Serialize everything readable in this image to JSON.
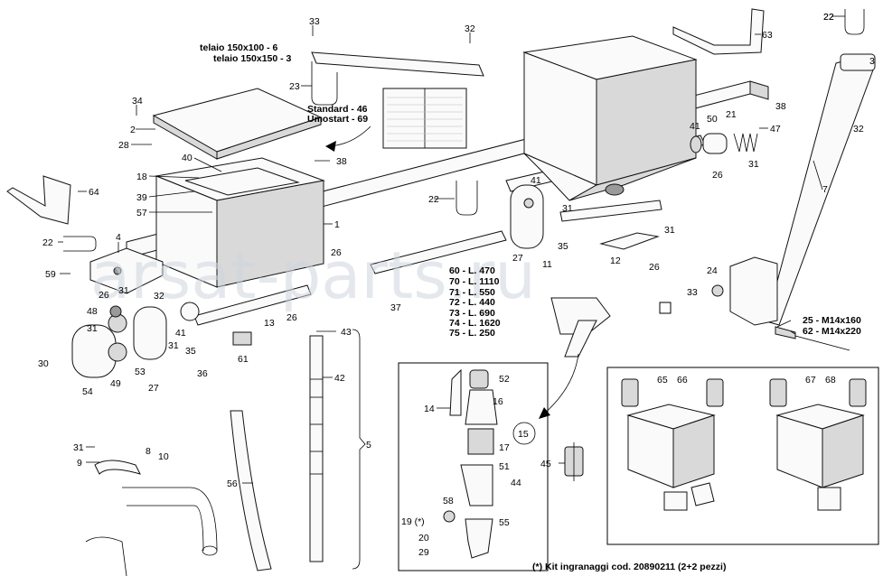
{
  "callouts": [
    {
      "id": "c33a",
      "text": "33"
    },
    {
      "id": "c32a",
      "text": "32"
    },
    {
      "id": "c22a",
      "text": "22"
    },
    {
      "id": "c34",
      "text": "34"
    },
    {
      "id": "c2",
      "text": "2"
    },
    {
      "id": "c28",
      "text": "28"
    },
    {
      "id": "c23",
      "text": "23"
    },
    {
      "id": "c40",
      "text": "40"
    },
    {
      "id": "c38a",
      "text": "38"
    },
    {
      "id": "c18",
      "text": "18"
    },
    {
      "id": "c39",
      "text": "39"
    },
    {
      "id": "c57",
      "text": "57"
    },
    {
      "id": "c1",
      "text": "1"
    },
    {
      "id": "c64",
      "text": "64"
    },
    {
      "id": "c22b",
      "text": "22"
    },
    {
      "id": "c4",
      "text": "4"
    },
    {
      "id": "c59",
      "text": "59"
    },
    {
      "id": "c26a",
      "text": "26"
    },
    {
      "id": "c31a",
      "text": "31"
    },
    {
      "id": "c26b",
      "text": "26"
    },
    {
      "id": "c32b",
      "text": "32"
    },
    {
      "id": "c48",
      "text": "48"
    },
    {
      "id": "c31b",
      "text": "31"
    },
    {
      "id": "c41a",
      "text": "41"
    },
    {
      "id": "c31c",
      "text": "31"
    },
    {
      "id": "c35a",
      "text": "35"
    },
    {
      "id": "c13",
      "text": "13"
    },
    {
      "id": "c26c",
      "text": "26"
    },
    {
      "id": "c37",
      "text": "37"
    },
    {
      "id": "c30",
      "text": "30"
    },
    {
      "id": "c53",
      "text": "53"
    },
    {
      "id": "c49",
      "text": "49"
    },
    {
      "id": "c27a",
      "text": "27"
    },
    {
      "id": "c36",
      "text": "36"
    },
    {
      "id": "c61",
      "text": "61"
    },
    {
      "id": "c54",
      "text": "54"
    },
    {
      "id": "c43",
      "text": "43"
    },
    {
      "id": "c42",
      "text": "42"
    },
    {
      "id": "c5",
      "text": "5"
    },
    {
      "id": "c31d",
      "text": "31"
    },
    {
      "id": "c8",
      "text": "8"
    },
    {
      "id": "c10",
      "text": "10"
    },
    {
      "id": "c9",
      "text": "9"
    },
    {
      "id": "c56",
      "text": "56"
    },
    {
      "id": "c22c",
      "text": "22"
    },
    {
      "id": "c63",
      "text": "63"
    },
    {
      "id": "c41b",
      "text": "41"
    },
    {
      "id": "c50",
      "text": "50"
    },
    {
      "id": "c21",
      "text": "21"
    },
    {
      "id": "c38b",
      "text": "38"
    },
    {
      "id": "c47",
      "text": "47"
    },
    {
      "id": "c26d",
      "text": "26"
    },
    {
      "id": "c31e",
      "text": "31"
    },
    {
      "id": "c41c",
      "text": "41"
    },
    {
      "id": "c31f",
      "text": "31"
    },
    {
      "id": "c35b",
      "text": "35"
    },
    {
      "id": "c27b",
      "text": "27"
    },
    {
      "id": "c11",
      "text": "11"
    },
    {
      "id": "c31g",
      "text": "31"
    },
    {
      "id": "c12",
      "text": "12"
    },
    {
      "id": "c26e",
      "text": "26"
    },
    {
      "id": "c22d",
      "text": "22"
    },
    {
      "id": "c3",
      "text": "3"
    },
    {
      "id": "c32c",
      "text": "32"
    },
    {
      "id": "c7",
      "text": "7"
    },
    {
      "id": "c24",
      "text": "24"
    },
    {
      "id": "c33b",
      "text": "33"
    },
    {
      "id": "c52",
      "text": "52"
    },
    {
      "id": "c16",
      "text": "16"
    },
    {
      "id": "c14",
      "text": "14"
    },
    {
      "id": "c15",
      "text": "15"
    },
    {
      "id": "c17",
      "text": "17"
    },
    {
      "id": "c51",
      "text": "51"
    },
    {
      "id": "c44",
      "text": "44"
    },
    {
      "id": "c45",
      "text": "45"
    },
    {
      "id": "c58",
      "text": "58"
    },
    {
      "id": "c19",
      "text": "19 (*)"
    },
    {
      "id": "c55",
      "text": "55"
    },
    {
      "id": "c20",
      "text": "20"
    },
    {
      "id": "c29",
      "text": "29"
    },
    {
      "id": "c65",
      "text": "65"
    },
    {
      "id": "c66",
      "text": "66"
    },
    {
      "id": "c67",
      "text": "67"
    },
    {
      "id": "c68",
      "text": "68"
    }
  ],
  "notes": {
    "telaio_100": "telaio 150x100 - 6",
    "telaio_150": "telaio 150x150 - 3",
    "standard": "Standard - 46",
    "umostart": "Umostart - 69",
    "shaft_60": "60 - L. 470",
    "shaft_70": "70 - L. 1110",
    "shaft_71": "71 - L. 550",
    "shaft_72": "72 - L. 440",
    "shaft_73": "73 - L. 690",
    "shaft_74": "74 - L. 1620",
    "shaft_75": "75 - L. 250",
    "bolt_25": "25 - M14x160",
    "bolt_62": "62 - M14x220",
    "kit": "(*) Kit ingranaggi cod. 20890211 (2+2 pezzi)"
  },
  "watermark": "arsat-parts.ru",
  "colors": {
    "line": "#000000",
    "shade": "#d9d9d9",
    "watermark": "#cfd6df"
  }
}
